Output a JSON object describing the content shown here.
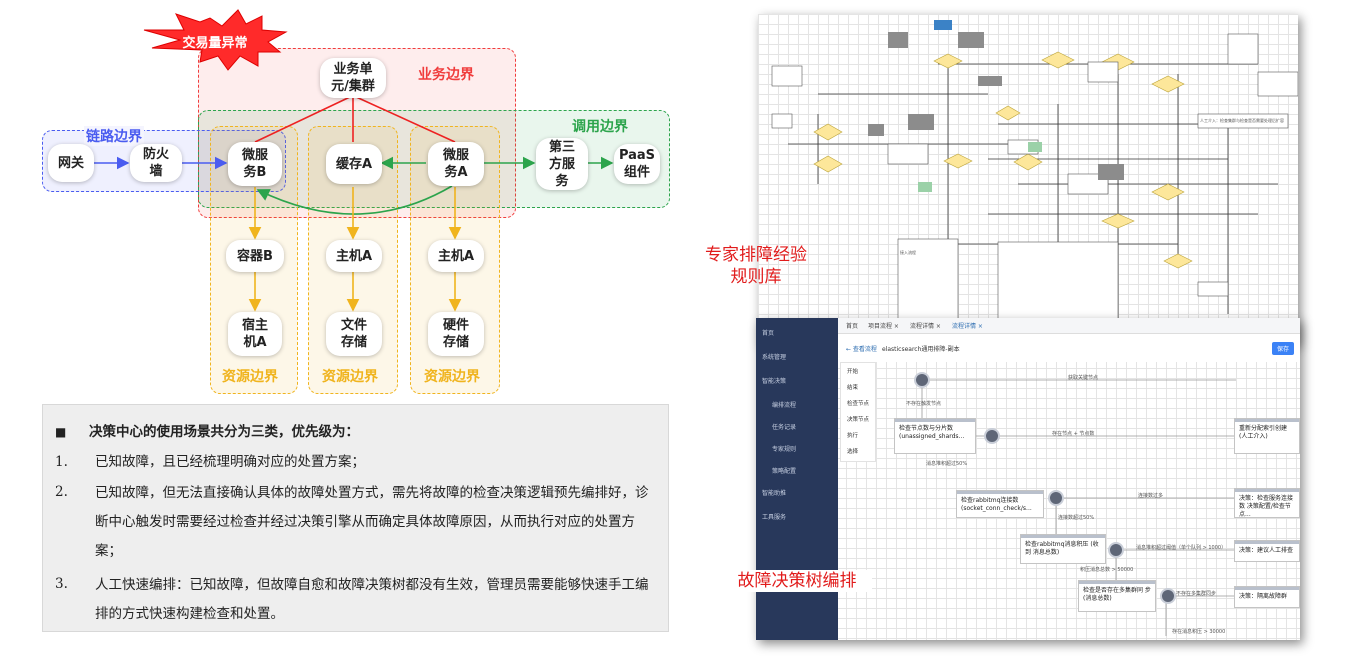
{
  "diagram": {
    "alert": "交易量异常",
    "boundaries": {
      "business": "业务边界",
      "call": "调用边界",
      "link": "链路边界",
      "resource": "资源边界"
    },
    "nodes": {
      "business_unit": "业务单\n元/集群",
      "gateway": "网关",
      "firewall": "防火\n墙",
      "microservice_b": "微服\n务B",
      "cache_a": "缓存A",
      "microservice_a": "微服\n务A",
      "third_party": "第三\n方服\n务",
      "paas": "PaaS\n组件",
      "container_b": "容器B",
      "host_a_1": "主机A",
      "host_a_2": "主机A",
      "physical_host_a": "宿主\n机A",
      "file_storage": "文件\n存储",
      "hardware_storage": "硬件\n存储"
    }
  },
  "scenarios": {
    "title": "决策中心的使用场景共分为三类，优先级为：",
    "items": [
      {
        "num": "1.",
        "text": "已知故障，且已经梳理明确对应的处置方案；"
      },
      {
        "num": "2.",
        "text": "已知故障，但无法直接确认具体的故障处置方式，需先将故障的检查决策逻辑预先编排好，诊断中心触发时需要经过检查并经过决策引擎从而确定具体故障原因，从而执行对应的处置方案；"
      },
      {
        "num": "3.",
        "text": "人工快速编排：已知故障，但故障自愈和故障决策树都没有生效，管理员需要能够快速手工编排的方式快速构建检查和处置。"
      }
    ]
  },
  "captions": {
    "rule_library": "专家排障经验\n规则库",
    "decision_tree": "故障决策树编排"
  },
  "screenshot": {
    "tabs": [
      "首页",
      "项目流程 ×",
      "流程详情 ×",
      "流程详情 ×"
    ],
    "back": "← 查看流程",
    "title": "elasticsearch通用排障-副本",
    "save": "保存",
    "sidebar": [
      "首页",
      "系统管理",
      "智能决策",
      "编排流程",
      "任务记录",
      "专家规则",
      "策略配置",
      "智能助推",
      "工具服务"
    ],
    "palette": [
      "开始",
      "结束",
      "检查节点",
      "决策节点",
      "执行",
      "选择"
    ],
    "cards": [
      "检查节点数与分片数 (unassigned_shards...",
      "检查rabbitmq连接数 (socket_conn_check/s...",
      "检查rabbitmq消息积压 (收到 消息总数)",
      "检查是否存在多集群同 步 (消息总数)",
      "重新分配索引创建 (人工介入)",
      "决策：检查服务连接数 决策配置/检查节点...",
      "决策：建议人工排查",
      "决策：隔离故障群"
    ],
    "edge_labels": [
      "获取关键节点",
      "不存在触发节点",
      "存在节点 + 节点数",
      "连接数过多",
      "连接数超过50%",
      "消息堆积超过阈值（单个队列 > 1000）",
      "积压消息总数 > 50000",
      "不存在多集群同步",
      "消息堆积超过50%",
      "存在消息积压 > 30000"
    ],
    "flow_notes": [
      "人工介入：检查集群与检查是否需要处理后扩容",
      "接入流程"
    ]
  },
  "colors": {
    "business": "#f03c3c",
    "call": "#2ca44c",
    "link": "#4a5cf0",
    "resource": "#f0b41e",
    "caption": "#e11b1b"
  }
}
